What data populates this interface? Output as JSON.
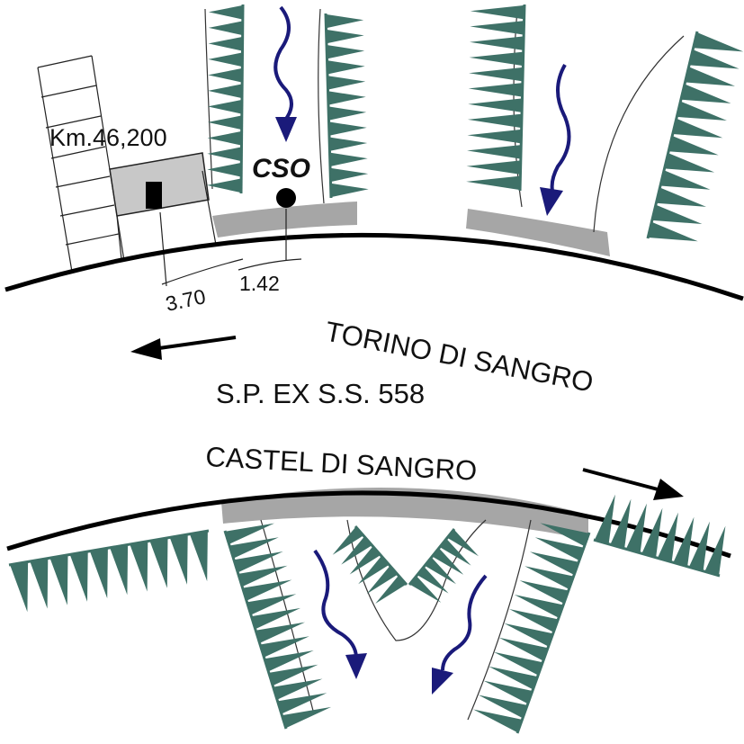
{
  "labels": {
    "km": "Km.46,200",
    "cso": "CSO",
    "dist_a": "3.70",
    "dist_b": "1.42",
    "dir_north": "TORINO DI SANGRO",
    "road": "S.P. EX S.S. 558",
    "dir_south": "CASTEL DI SANGRO"
  },
  "colors": {
    "road_line": "#000000",
    "shoulder": "#a6a6a6",
    "building": "#c8c8c8",
    "hatch": "#3e7167",
    "flow_arrow": "#1a1a7a",
    "ink": "#111111"
  }
}
